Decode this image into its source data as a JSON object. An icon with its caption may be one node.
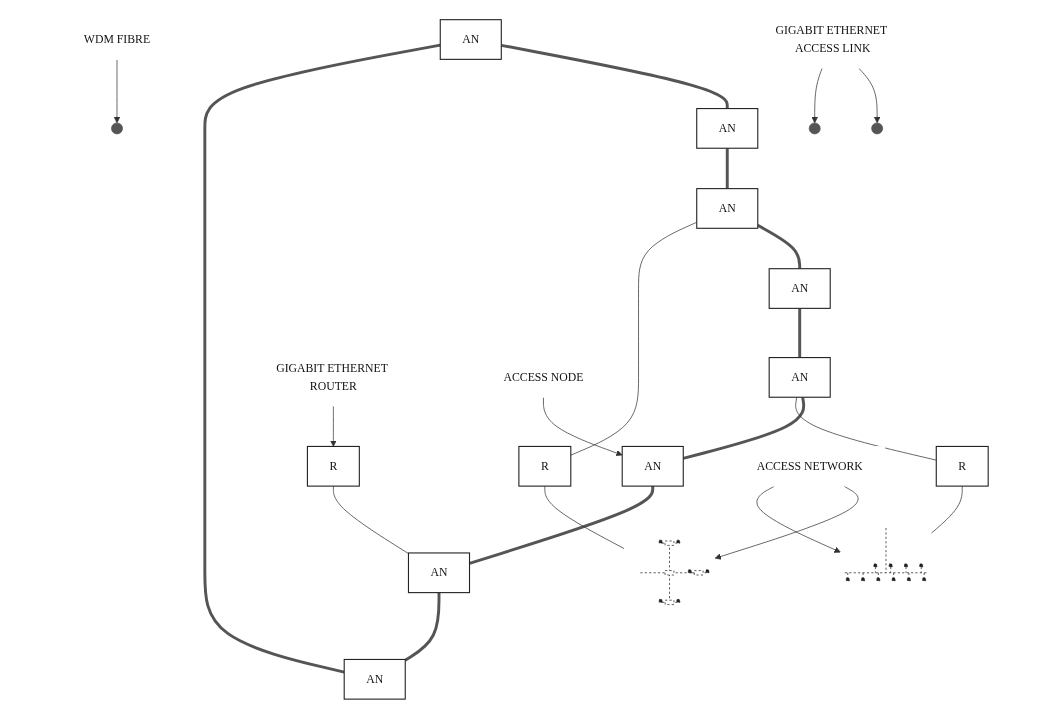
{
  "diagram": {
    "nodes": [
      {
        "text": [
          "AN"
        ]
      },
      {
        "text": [
          "AN"
        ]
      },
      {
        "text": [
          "AN"
        ]
      },
      {
        "text": [
          "R"
        ]
      },
      {
        "text": [
          "AN"
        ]
      },
      {
        "text": [
          "AN"
        ]
      },
      {
        "text": [
          "R"
        ]
      },
      {
        "text": [
          "AN"
        ]
      },
      {
        "text": [
          "AN"
        ]
      },
      {
        "text": [
          "AN"
        ]
      },
      {
        "text": [
          "R"
        ]
      },
      {
        "text": [],
        "shape": "picture"
      },
      {
        "text": [],
        "shape": "picture"
      },
      {
        "text": [
          "WDM FIBRE"
        ]
      },
      {
        "text": [
          "GIGABIT ETHERNET ROUTER"
        ]
      },
      {
        "text": [
          "ACCESS NODE"
        ]
      },
      {
        "text": [
          "GIGABIT ETHERNET ACCESS LINK"
        ]
      },
      {
        "text": [
          "ACCESS NETWORK"
        ]
      }
    ],
    "edges": [
      {
        "from": 0,
        "to": 2,
        "arrow": "none",
        "style": "thick"
      },
      {
        "from": 2,
        "to": 5,
        "arrow": "none",
        "style": "thick"
      },
      {
        "from": 5,
        "to": 8,
        "arrow": "none",
        "style": "thick"
      },
      {
        "from": 8,
        "to": 9,
        "arrow": "none",
        "style": "thick"
      },
      {
        "from": 9,
        "to": 7,
        "arrow": "none",
        "style": "thick"
      },
      {
        "from": 7,
        "to": 4,
        "arrow": "none",
        "style": "thick"
      },
      {
        "from": 4,
        "to": 1,
        "arrow": "none",
        "style": "thick"
      },
      {
        "from": 1,
        "to": 0,
        "arrow": "none",
        "style": "thick"
      },
      {
        "from": 3,
        "to": 4,
        "arrow": "none"
      },
      {
        "from": 5,
        "to": 6,
        "arrow": "none"
      },
      {
        "from": 9,
        "to": 10,
        "arrow": "none"
      },
      {
        "from": 6,
        "to": 11,
        "arrow": "none"
      },
      {
        "from": 10,
        "to": 12,
        "arrow": "none"
      },
      {
        "from": 13,
        "to": null,
        "arrow": "to"
      },
      {
        "from": 14,
        "to": 3,
        "arrow": "to"
      },
      {
        "from": 15,
        "to": 7,
        "arrow": "to"
      },
      {
        "from": 16,
        "to": null,
        "arrow": "to"
      },
      {
        "from": 16,
        "to": null,
        "arrow": "to"
      },
      {
        "from": 17,
        "to": 11,
        "arrow": "to"
      },
      {
        "from": 17,
        "to": 12,
        "arrow": "to"
      }
    ]
  }
}
